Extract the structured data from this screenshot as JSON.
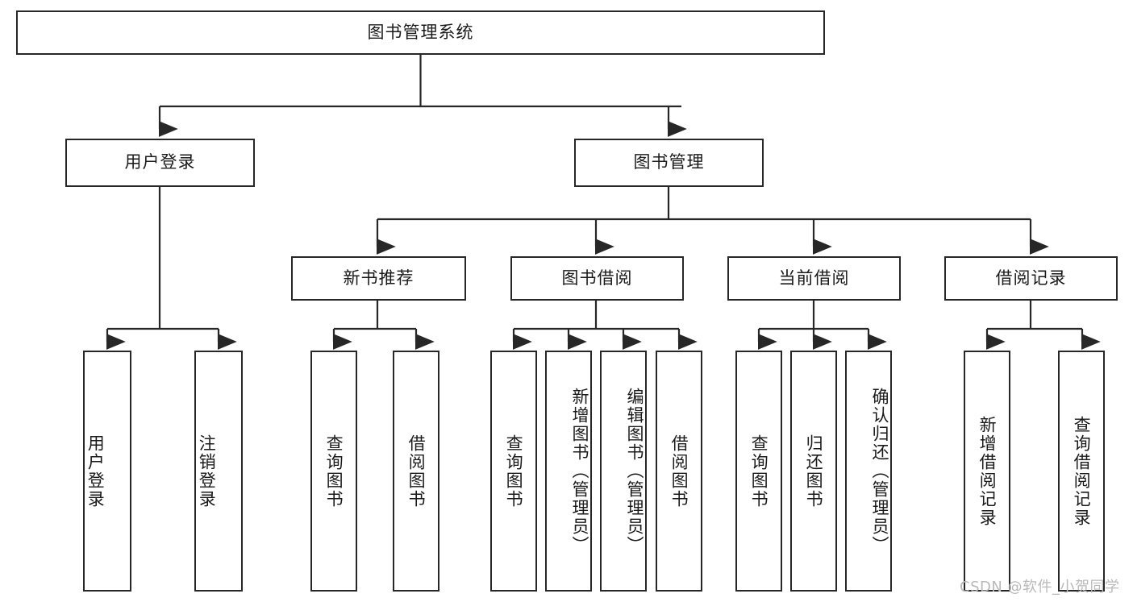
{
  "diagram": {
    "type": "tree",
    "title": "图书管理系统",
    "watermark": "CSDN @软件_小贺同学",
    "colors": {
      "stroke": "#272727",
      "text": "#1a1a1a",
      "background": "#ffffff",
      "watermark": "#b9b9b9"
    },
    "nodes": {
      "root": {
        "label": "图书管理系统"
      },
      "level2": [
        {
          "id": "user-login",
          "label": "用户登录"
        },
        {
          "id": "book-management",
          "label": "图书管理"
        }
      ],
      "level3": [
        {
          "id": "new-book-recommend",
          "label": "新书推荐"
        },
        {
          "id": "book-borrow",
          "label": "图书借阅"
        },
        {
          "id": "current-borrow",
          "label": "当前借阅"
        },
        {
          "id": "borrow-record",
          "label": "借阅记录"
        }
      ],
      "leaves": {
        "user-login": [
          {
            "id": "leaf-user-login",
            "label": "用户登录"
          },
          {
            "id": "leaf-logout",
            "label": "注销登录"
          }
        ],
        "new-book-recommend": [
          {
            "id": "leaf-query-book-1",
            "label": "查询图书"
          },
          {
            "id": "leaf-borrow-book-1",
            "label": "借阅图书"
          }
        ],
        "book-borrow": [
          {
            "id": "leaf-query-book-2",
            "label": "查询图书"
          },
          {
            "id": "leaf-add-book",
            "label": "新增图书（管理员）"
          },
          {
            "id": "leaf-edit-book",
            "label": "编辑图书（管理员）"
          },
          {
            "id": "leaf-borrow-book-2",
            "label": "借阅图书"
          }
        ],
        "current-borrow": [
          {
            "id": "leaf-query-book-3",
            "label": "查询图书"
          },
          {
            "id": "leaf-return-book",
            "label": "归还图书"
          },
          {
            "id": "leaf-confirm-return",
            "label": "确认归还（管理员）"
          }
        ],
        "borrow-record": [
          {
            "id": "leaf-add-record",
            "label": "新增借阅记录"
          },
          {
            "id": "leaf-query-record",
            "label": "查询借阅记录"
          }
        ]
      }
    }
  }
}
